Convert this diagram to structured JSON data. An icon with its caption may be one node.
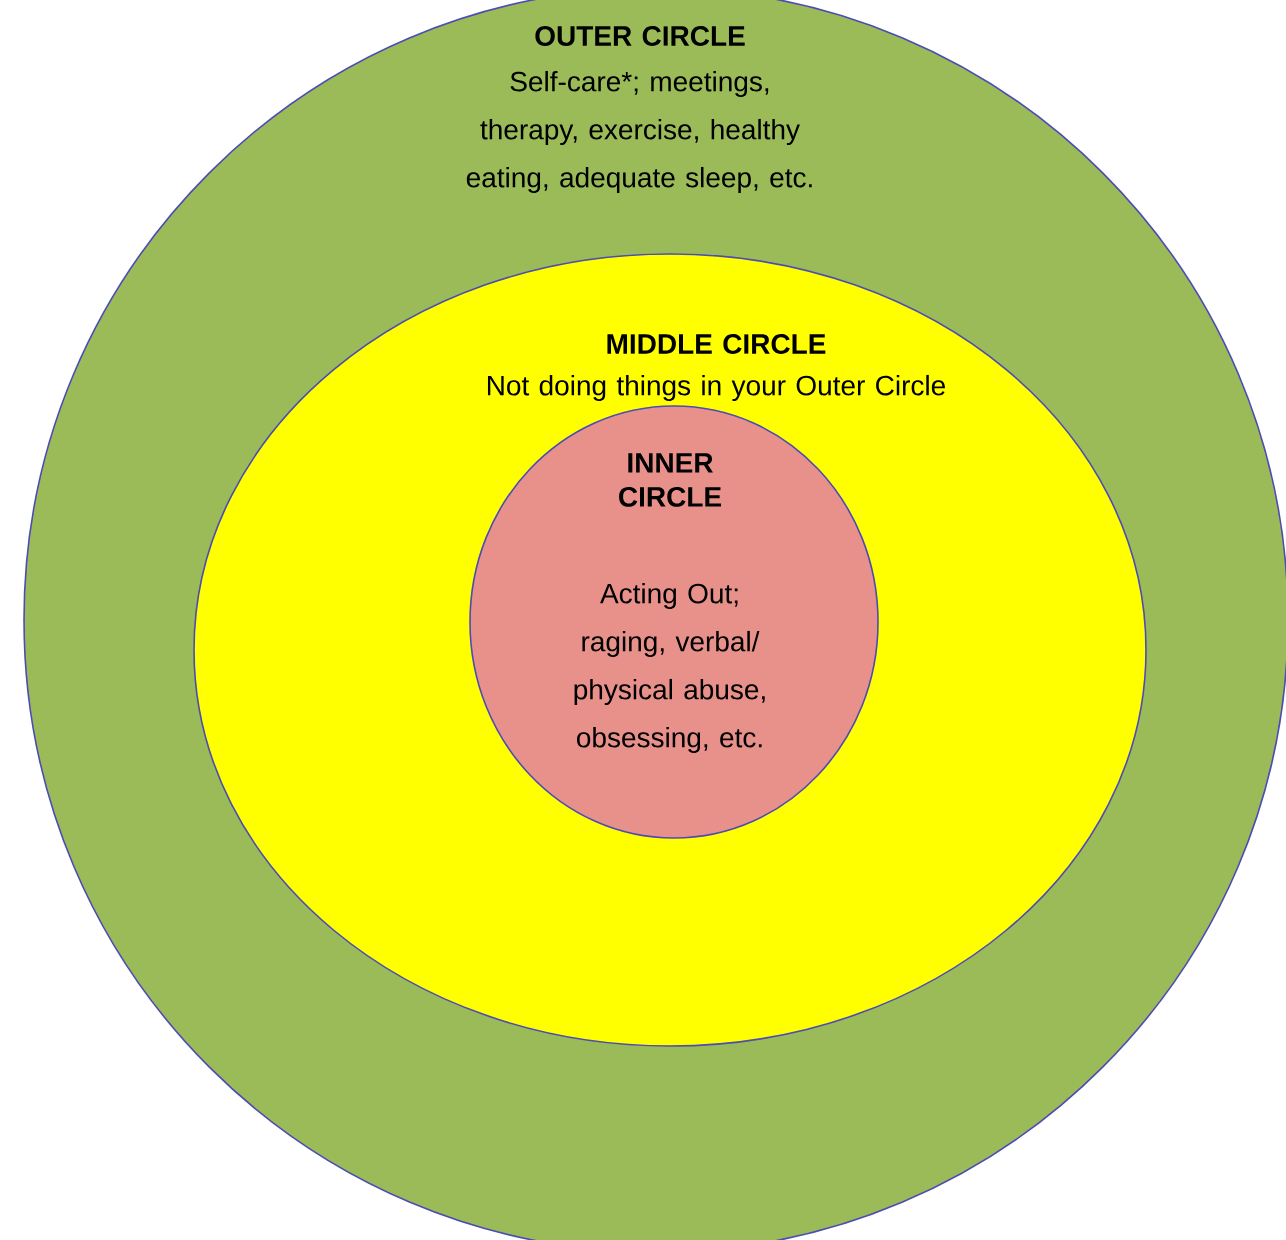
{
  "diagram": {
    "nodes": [
      {
        "text": [
          "OUTER CIRCLE",
          "Self-care*; meetings, therapy, exercise, healthy eating, adequate sleep, etc."
        ]
      },
      {
        "text": [
          "MIDDLE CIRCLE",
          "Not doing things in your Outer Circle"
        ],
        "in": 0
      },
      {
        "text": [
          "INNER CIRCLE",
          "Acting Out; raging, verbal/ physical abuse, obsessing, etc."
        ],
        "in": 1
      }
    ]
  }
}
